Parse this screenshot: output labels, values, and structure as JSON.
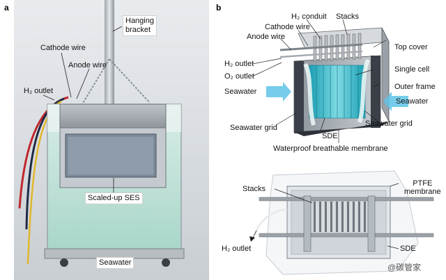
{
  "panels": {
    "a": {
      "letter": "a",
      "labels": {
        "hanging_bracket": "Hanging\nbracket",
        "cathode_wire": "Cathode wire",
        "anode_wire": "Anode wire",
        "h2_outlet": "H₂ outlet",
        "scaled_up_ses": "Scaled-up SES",
        "seawater": "Seawater"
      }
    },
    "b": {
      "letter": "b",
      "labels": {
        "h2_conduit": "H₂ conduit",
        "stacks": "Stacks",
        "cathode_wire": "Cathode wire",
        "anode_wire": "Anode wire",
        "top_cover": "Top cover",
        "h2_outlet": "H₂ outlet",
        "o2_outlet": "O₂ outlet",
        "single_cell": "Single cell",
        "outer_frame": "Outer frame",
        "seawater_left": "Seawater",
        "seawater_right": "Seawater",
        "seawater_grid_left": "Seawater grid",
        "seawater_grid_right": "Seawater grid",
        "sde": "SDE",
        "membrane": "Waterproof breathable membrane"
      }
    },
    "c": {
      "labels": {
        "stacks": "Stacks",
        "ptfe": "PTFE\nmembrane",
        "h2_outlet": "H₂ outlet",
        "sde": "SDE"
      }
    }
  },
  "watermark": "@碳管家",
  "colors": {
    "water": "#b9dfd6",
    "cyan": "#2fb8c8",
    "frame_dark": "#3a3f48",
    "steel": "#b7bcc2"
  }
}
